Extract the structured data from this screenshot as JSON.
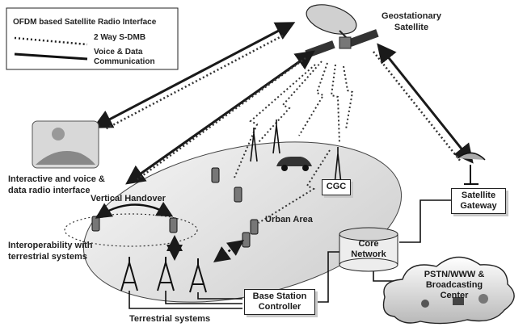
{
  "legend": {
    "title": "OFDM based Satellite Radio Interface",
    "line_dotted_label": "2 Way S-DMB",
    "line_solid_label_1": "Voice & Data",
    "line_solid_label_2": "Communication"
  },
  "labels": {
    "satellite_1": "Geostationary",
    "satellite_2": "Satellite",
    "interactive_1": "Interactive and voice &",
    "interactive_2": "data radio interface",
    "vertical_handover": "Vertical Handover",
    "interop_1": "Interoperability with",
    "interop_2": "terrestrial systems",
    "urban_area": "Urban Area",
    "cgc": "CGC",
    "core_network_1": "Core",
    "core_network_2": "Network",
    "satellite_gateway_1": "Satellite",
    "satellite_gateway_2": "Gateway",
    "pstn_1": "PSTN/WWW &",
    "pstn_2": "Broadcasting",
    "pstn_3": "Center",
    "bsc_1": "Base Station",
    "bsc_2": "Controller",
    "terrestrial_systems": "Terrestrial systems"
  },
  "colors": {
    "ellipse_fill": "#e6e6e6",
    "box_shade": "#c8c8c8",
    "line": "#1a1a1a"
  }
}
